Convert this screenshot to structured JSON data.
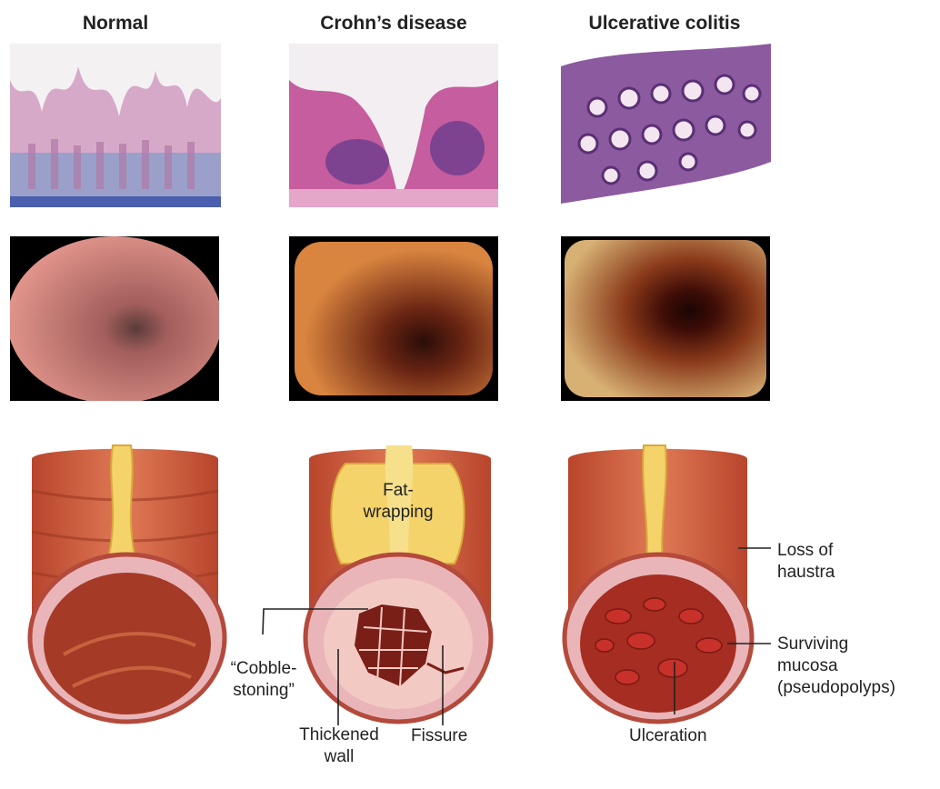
{
  "columns": {
    "normal": "Normal",
    "crohns": "Crohn’s disease",
    "uc": "Ulcerative colitis"
  },
  "labels": {
    "fat_wrapping_1": "Fat-",
    "fat_wrapping_2": "wrapping",
    "cobble_1": "“Cobble-",
    "cobble_2": "stoning”",
    "thick_1": "Thickened",
    "thick_2": "wall",
    "fissure": "Fissure",
    "haustra_1": "Loss of",
    "haustra_2": "haustra",
    "surviving_1": "Surviving",
    "surviving_2": "mucosa",
    "surviving_3": "(pseudopolyps)",
    "ulceration": "Ulceration"
  },
  "colors": {
    "he_pink": "#e9b9d6",
    "he_purple": "#6a3f86",
    "endo_pink": "#d87f79",
    "endo_orange": "#c86a2f",
    "endo_dark": "#6b1d0e",
    "colon_red": "#c8563a",
    "fat_yellow": "#f4d36a"
  }
}
